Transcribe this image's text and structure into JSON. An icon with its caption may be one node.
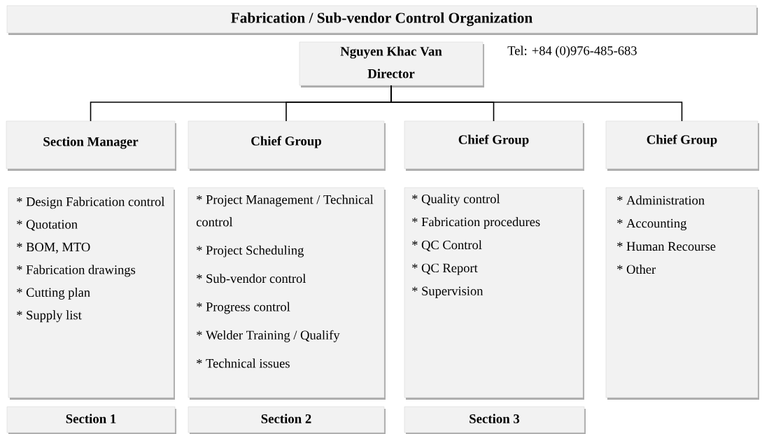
{
  "diagram": {
    "title": "Fabrication / Sub-vendor Control Organization",
    "nodes": [
      {
        "text": [
          "Nguyen Khac Van",
          "Director"
        ]
      },
      {
        "text": [
          "Section Manager"
        ]
      },
      {
        "text": [
          "Chief Group"
        ]
      },
      {
        "text": [
          "Chief Group"
        ]
      },
      {
        "text": [
          "Chief Group"
        ]
      },
      {
        "text": [
          "* Design Fabrication control",
          "* Quotation",
          "* BOM, MTO",
          "* Fabrication drawings",
          "* Cutting plan",
          "* Supply list"
        ]
      },
      {
        "text": [
          "* Project Management / Technical control",
          "* Project Scheduling",
          "* Sub-vendor control",
          "* Progress control",
          "* Welder Training / Qualify",
          "* Technical issues"
        ]
      },
      {
        "text": [
          "* Quality control",
          "* Fabrication procedures",
          "* QC Control",
          "* QC Report",
          "* Supervision"
        ]
      },
      {
        "text": [
          "* Administration",
          "* Accounting",
          "* Human Recourse",
          "* Other"
        ]
      },
      {
        "text": [
          "Section 1"
        ]
      },
      {
        "text": [
          "Section 2"
        ]
      },
      {
        "text": [
          "Section 3"
        ]
      }
    ],
    "edges": [
      {
        "from": 0,
        "to": 1,
        "arrow": "none"
      },
      {
        "from": 0,
        "to": 2,
        "arrow": "none"
      },
      {
        "from": 0,
        "to": 3,
        "arrow": "none"
      },
      {
        "from": 0,
        "to": 4,
        "arrow": "none"
      }
    ],
    "labels": [
      "Tel: +84 (0)976-485-683"
    ]
  }
}
